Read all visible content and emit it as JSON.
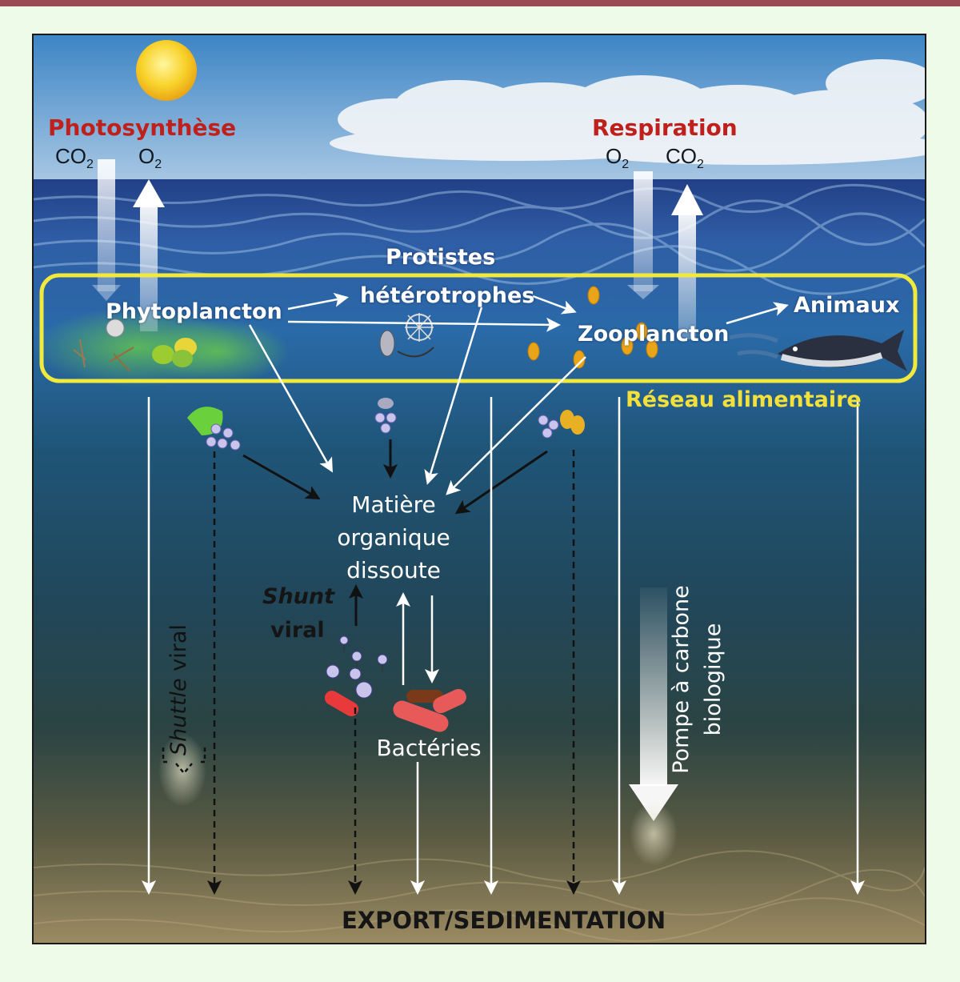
{
  "labels": {
    "photosynthese": "Photosynthèse",
    "photo_co2": "CO",
    "photo_o2": "O",
    "respiration": "Respiration",
    "resp_o2": "O",
    "resp_co2": "CO",
    "subscript_two": "2",
    "protistes_line1": "Protistes",
    "protistes_line2": "hétérotrophes",
    "phytoplancton": "Phytoplancton",
    "zooplancton": "Zooplancton",
    "animaux": "Animaux",
    "reseau": "Réseau alimentaire",
    "mo_line1": "Matière",
    "mo_line2": "organique",
    "mo_line3": "dissoute",
    "shunt_word": "Shunt",
    "shunt_viral": "viral",
    "shuttle_word": "Shuttle",
    "shuttle_viral": "viral",
    "bacteries": "Bactéries",
    "pompe_line1": "Pompe à carbone",
    "pompe_line2": "biologique",
    "export": "EXPORT/SEDIMENTATION"
  },
  "colors": {
    "sky_top": "#3f86c6",
    "sea_surface": "#2a4f9a",
    "sea_mid": "#1d5679",
    "sea_deep": "#2a4a48",
    "seafloor": "#8a7a55",
    "network_border": "#f1ea3c",
    "label_red": "#c0201c",
    "page_bg": "#eefbe9",
    "top_bar": "#9a4a52"
  }
}
